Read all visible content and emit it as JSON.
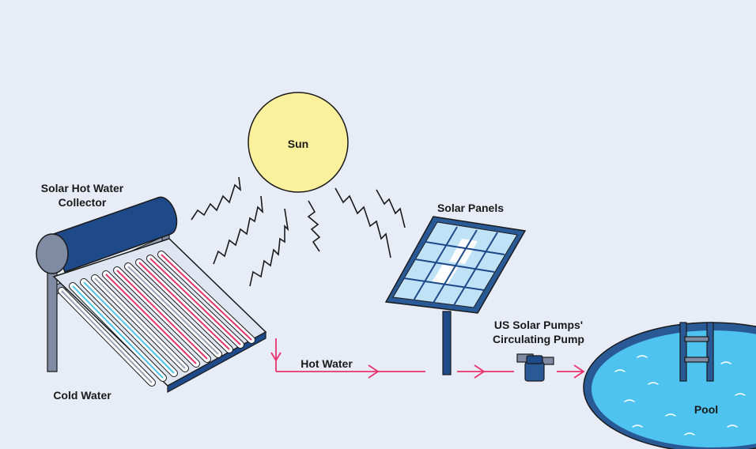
{
  "labels": {
    "sun": "Sun",
    "collector_line1": "Solar Hot Water",
    "collector_line2": "Collector",
    "solar_panels": "Solar Panels",
    "pump_line1": "US Solar Pumps'",
    "pump_line2": "Circulating Pump",
    "hot_water": "Hot Water",
    "cold_water": "Cold Water",
    "pool": "Pool"
  },
  "colors": {
    "background": "#e8ecf7",
    "sun": "#fbf09c",
    "collector_navy": "#1f4a8a",
    "panel_cell": "#bfe2f7",
    "pipe_red": "#e8336b",
    "pool_water": "#4ec3ef",
    "pool_rim": "#2a5a96"
  }
}
